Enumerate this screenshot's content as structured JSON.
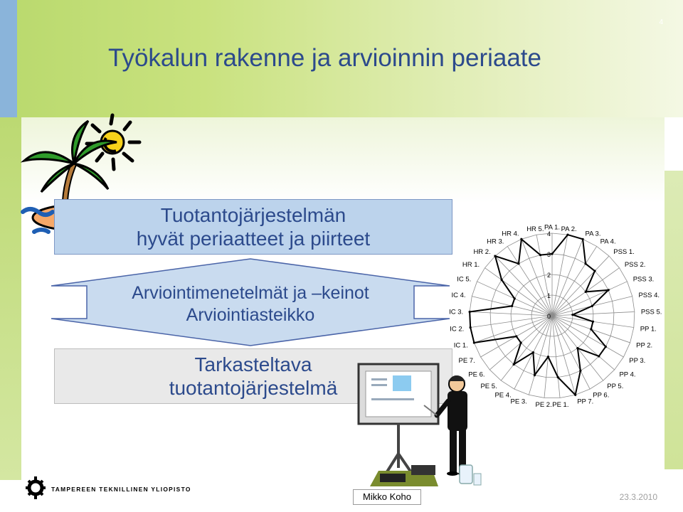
{
  "slide": {
    "number": "4",
    "title": "Työkalun rakenne ja arvioinnin periaate"
  },
  "boxes": {
    "top": [
      "Tuotantojärjestelmän",
      "hyvät periaatteet ja piirteet"
    ],
    "middle": [
      "Arviointimenetelmät ja –keinot",
      "Arviointiasteikko"
    ],
    "bottom": [
      "Tarkasteltava",
      "tuotantojärjestelmä"
    ]
  },
  "chart_data": {
    "type": "radar",
    "categories": [
      "PA 1.",
      "PA 2.",
      "PA 3.",
      "PA 4.",
      "PSS 1.",
      "PSS 2.",
      "PSS 3.",
      "PSS 4.",
      "PSS 5.",
      "PP 1.",
      "PP 2.",
      "PP 3.",
      "PP 4.",
      "PP 5.",
      "PP 6.",
      "PP 7.",
      "PE 1.",
      "PE 2.",
      "PE 3.",
      "PE 4.",
      "PE 5.",
      "PE 6.",
      "PE 7.",
      "IC 1.",
      "IC 2.",
      "IC 3.",
      "IC 4.",
      "IC 5.",
      "HR 1.",
      "HR 2.",
      "HR 3.",
      "HR 4.",
      "HR 5."
    ],
    "values": [
      3,
      4,
      4,
      3,
      3,
      2,
      3,
      2,
      1,
      2,
      2,
      3,
      3,
      2,
      3,
      4,
      3,
      2,
      3,
      2,
      3,
      2,
      2,
      4,
      4,
      4,
      2,
      2,
      3,
      4,
      3,
      4,
      3
    ],
    "ticks": [
      "0",
      "1",
      "2",
      "3",
      "4"
    ],
    "rlim": [
      0,
      4
    ],
    "grid": true
  },
  "footer": {
    "logo_text": "TAMPEREEN TEKNILLINEN YLIOPISTO",
    "author": "Mikko Koho",
    "date": "23.3.2010"
  },
  "colors": {
    "title": "#2c4a8c",
    "box_blue": "#bcd3ec",
    "arrow_fill": "#c9dbef",
    "box_gray": "#e9e9e9"
  }
}
